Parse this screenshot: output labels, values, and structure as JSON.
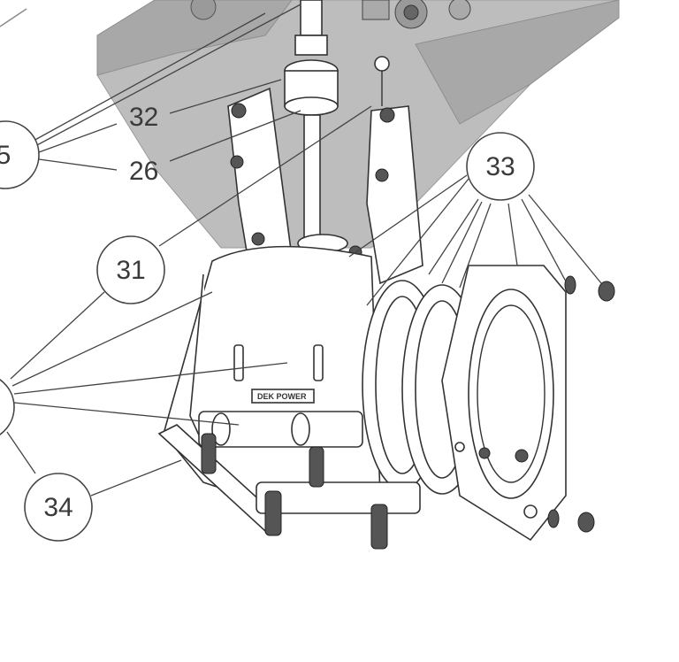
{
  "diagram": {
    "callouts": {
      "c5": "5",
      "c33": "33",
      "c31": "31",
      "c34": "34",
      "c_left": ""
    },
    "labels": {
      "l32": "32",
      "l26": "26"
    },
    "brand_plate": "DEK POWER"
  },
  "colors": {
    "line": "#333333",
    "shading": "#bdbdbd",
    "background": "#ffffff"
  }
}
